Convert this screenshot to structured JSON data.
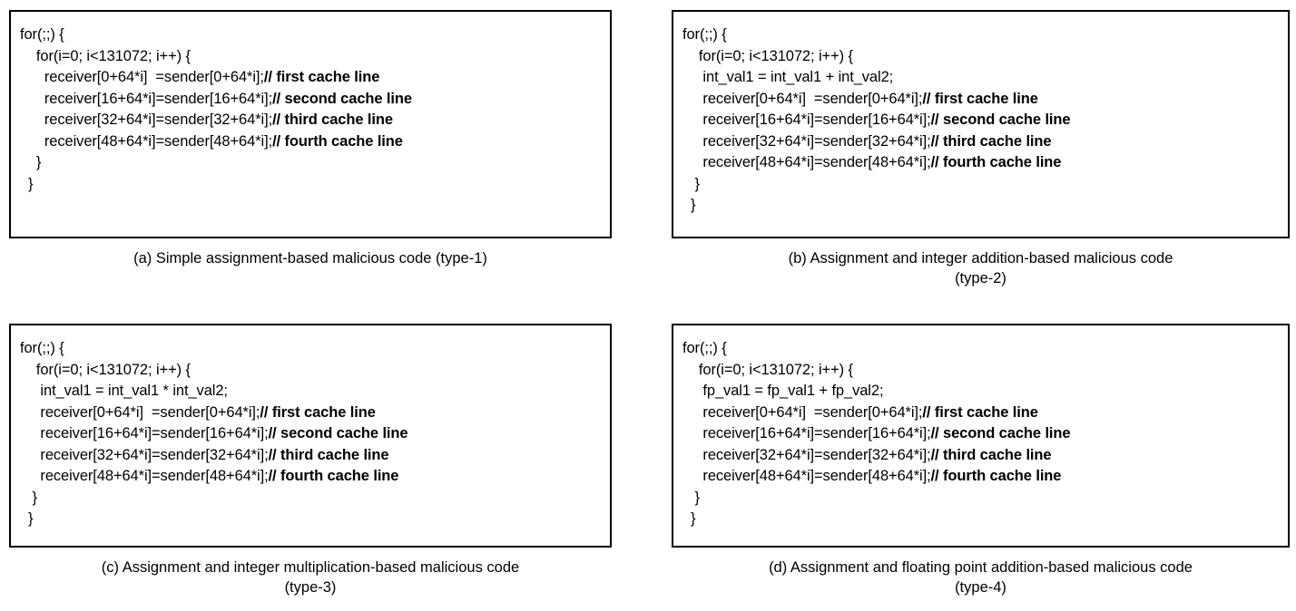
{
  "figure": {
    "background_color": "#ffffff",
    "text_color": "#000000",
    "border_color": "#000000"
  },
  "panels": [
    {
      "id": "a",
      "caption": "(a) Simple assignment-based malicious code (type-1)",
      "lines": [
        {
          "indent": 0,
          "code": "for(;;) {",
          "comment": ""
        },
        {
          "indent": 4,
          "code": "for(i=0; i<131072; i++) {",
          "comment": ""
        },
        {
          "indent": 6,
          "code": "receiver[0+64*i]  =sender[0+64*i];",
          "comment": "// first cache line"
        },
        {
          "indent": 6,
          "code": "receiver[16+64*i]=sender[16+64*i];",
          "comment": "// second cache line"
        },
        {
          "indent": 6,
          "code": "receiver[32+64*i]=sender[32+64*i];",
          "comment": "// third cache line"
        },
        {
          "indent": 6,
          "code": "receiver[48+64*i]=sender[48+64*i];",
          "comment": "// fourth cache line"
        },
        {
          "indent": 4,
          "code": "}",
          "comment": ""
        },
        {
          "indent": 2,
          "code": "}",
          "comment": ""
        }
      ]
    },
    {
      "id": "b",
      "caption": "(b) Assignment and integer addition-based malicious code\n(type-2)",
      "lines": [
        {
          "indent": 0,
          "code": "for(;;) {",
          "comment": ""
        },
        {
          "indent": 4,
          "code": "for(i=0; i<131072; i++) {",
          "comment": ""
        },
        {
          "indent": 5,
          "code": "int_val1 = int_val1 + int_val2;",
          "comment": ""
        },
        {
          "indent": 5,
          "code": "receiver[0+64*i]  =sender[0+64*i];",
          "comment": "// first cache line"
        },
        {
          "indent": 5,
          "code": "receiver[16+64*i]=sender[16+64*i];",
          "comment": "// second cache line"
        },
        {
          "indent": 5,
          "code": "receiver[32+64*i]=sender[32+64*i];",
          "comment": "// third cache line"
        },
        {
          "indent": 5,
          "code": "receiver[48+64*i]=sender[48+64*i];",
          "comment": "// fourth cache line"
        },
        {
          "indent": 3,
          "code": "}",
          "comment": ""
        },
        {
          "indent": 2,
          "code": "}",
          "comment": ""
        }
      ]
    },
    {
      "id": "c",
      "caption": "(c) Assignment and integer multiplication-based malicious code\n(type-3)",
      "lines": [
        {
          "indent": 0,
          "code": "for(;;) {",
          "comment": ""
        },
        {
          "indent": 4,
          "code": "for(i=0; i<131072; i++) {",
          "comment": ""
        },
        {
          "indent": 5,
          "code": "int_val1 = int_val1 * int_val2;",
          "comment": ""
        },
        {
          "indent": 5,
          "code": "receiver[0+64*i]  =sender[0+64*i];",
          "comment": "// first cache line"
        },
        {
          "indent": 5,
          "code": "receiver[16+64*i]=sender[16+64*i];",
          "comment": "// second cache line"
        },
        {
          "indent": 5,
          "code": "receiver[32+64*i]=sender[32+64*i];",
          "comment": "// third cache line"
        },
        {
          "indent": 5,
          "code": "receiver[48+64*i]=sender[48+64*i];",
          "comment": "// fourth cache line"
        },
        {
          "indent": 3,
          "code": "}",
          "comment": ""
        },
        {
          "indent": 2,
          "code": "}",
          "comment": ""
        }
      ]
    },
    {
      "id": "d",
      "caption": "(d) Assignment and floating point addition-based malicious code\n(type-4)",
      "lines": [
        {
          "indent": 0,
          "code": "for(;;) {",
          "comment": ""
        },
        {
          "indent": 4,
          "code": "for(i=0; i<131072; i++) {",
          "comment": ""
        },
        {
          "indent": 5,
          "code": "fp_val1 = fp_val1 + fp_val2;",
          "comment": ""
        },
        {
          "indent": 5,
          "code": "receiver[0+64*i]  =sender[0+64*i];",
          "comment": "// first cache line"
        },
        {
          "indent": 5,
          "code": "receiver[16+64*i]=sender[16+64*i];",
          "comment": "// second cache line"
        },
        {
          "indent": 5,
          "code": "receiver[32+64*i]=sender[32+64*i];",
          "comment": "// third cache line"
        },
        {
          "indent": 5,
          "code": "receiver[48+64*i]=sender[48+64*i];",
          "comment": "// fourth cache line"
        },
        {
          "indent": 3,
          "code": "}",
          "comment": ""
        },
        {
          "indent": 2,
          "code": "}",
          "comment": ""
        }
      ]
    }
  ]
}
